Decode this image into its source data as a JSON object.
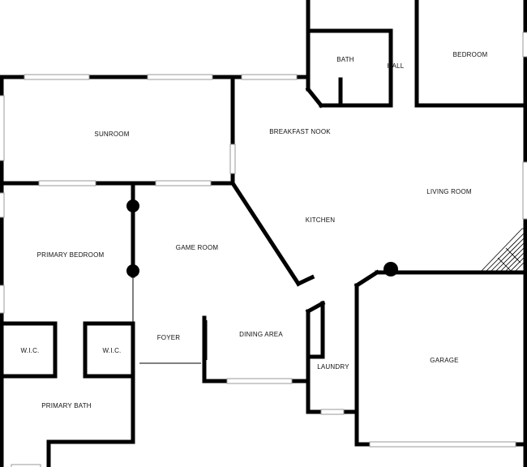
{
  "rooms": {
    "bath": "BATH",
    "hall": "HALL",
    "bedroom": "BEDROOM",
    "sunroom": "SUNROOM",
    "breakfast_nook": "BREAKFAST NOOK",
    "living_room": "LIVING ROOM",
    "kitchen": "KITCHEN",
    "primary_bedroom": "PRIMARY BEDROOM",
    "game_room": "GAME ROOM",
    "wic_left": "W.I.C.",
    "wic_right": "W.I.C.",
    "foyer": "FOYER",
    "dining_area": "DINING AREA",
    "laundry": "LAUNDRY",
    "garage": "GARAGE",
    "primary_bath": "PRIMARY BATH"
  }
}
